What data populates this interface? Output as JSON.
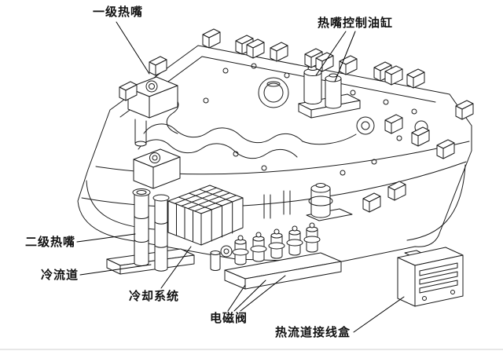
{
  "figure": {
    "type": "isometric-engineering-wireframe",
    "subject": "hot-runner mold plate assembly",
    "background_color": "#ffffff",
    "line_color": "#1a1a1a",
    "label_color": "#111111"
  },
  "labels": {
    "first_stage_nozzle": "一级热嘴",
    "nozzle_control_cylinder": "热嘴控制油缸",
    "second_stage_nozzle": "二级热嘴",
    "cold_runner": "冷流道",
    "cooling_system": "冷却系统",
    "solenoid_valve": "电磁阀",
    "junction_box": "热流道接线盒"
  }
}
